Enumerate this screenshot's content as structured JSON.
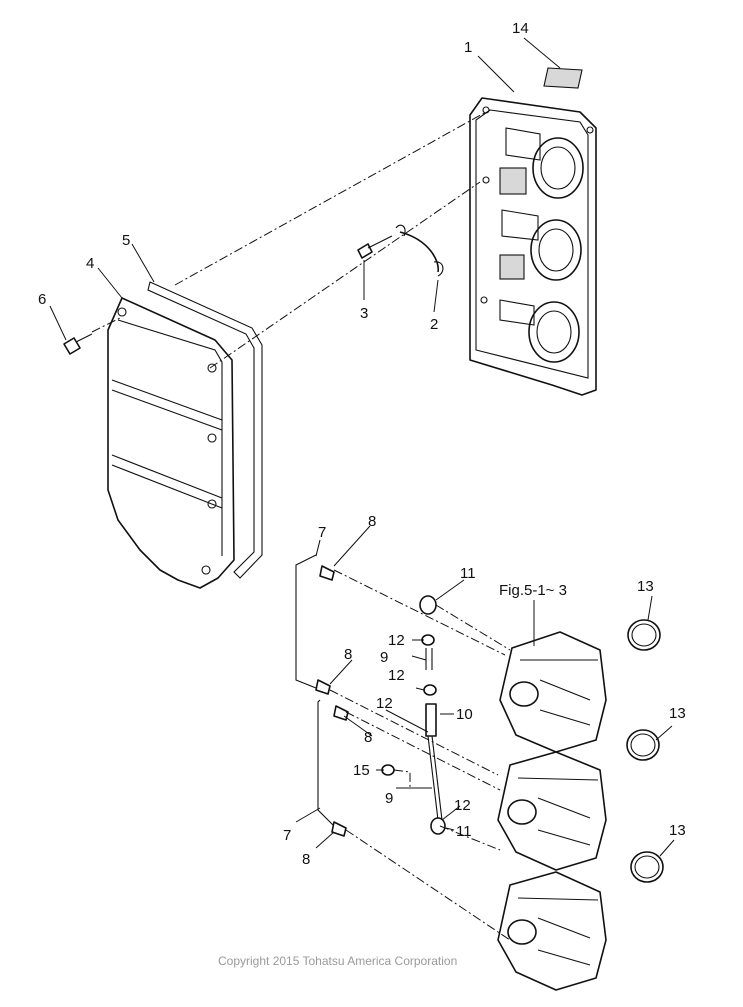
{
  "callouts": {
    "c1": "1",
    "c2": "2",
    "c3": "3",
    "c4": "4",
    "c5": "5",
    "c6": "6",
    "c7a": "7",
    "c7b": "7",
    "c8a": "8",
    "c8b": "8",
    "c8c": "8",
    "c8d": "8",
    "c9a": "9",
    "c9b": "9",
    "c10": "10",
    "c11a": "11",
    "c11b": "11",
    "c12a": "12",
    "c12b": "12",
    "c12c": "12",
    "c12d": "12",
    "c13a": "13",
    "c13b": "13",
    "c13c": "13",
    "c14": "14",
    "c15": "15"
  },
  "reference_label": "Fig.5-1~ 3",
  "copyright": "Copyright 2015 Tohatsu America Corporation"
}
